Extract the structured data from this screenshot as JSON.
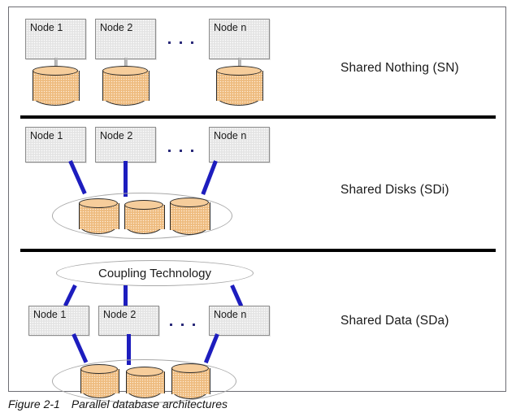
{
  "figure": {
    "caption_number": "Figure 2-1",
    "caption_text": "Parallel database architectures"
  },
  "colors": {
    "node_fill": "#e9e9e9",
    "node_border": "#8d8d8d",
    "disk_fill": "#f2c289",
    "disk_border": "#2a2a2a",
    "link_blue": "#1d1dbe",
    "oval_border": "#a9a9a9",
    "divider_black": "#000000",
    "frame_border": "#6e6e74"
  },
  "sections": [
    {
      "id": "shared-nothing",
      "label": "Shared Nothing (SN)",
      "nodes": [
        {
          "label": "Node 1"
        },
        {
          "label": "Node 2"
        },
        {
          "label": "Node n"
        }
      ],
      "ellipsis": ". . .",
      "disks": 3,
      "has_shared_disk_oval": false,
      "has_coupling_oval": false,
      "connector_style": "thin-grey-stalk"
    },
    {
      "id": "shared-disks",
      "label": "Shared Disks (SDi)",
      "nodes": [
        {
          "label": "Node 1"
        },
        {
          "label": "Node 2"
        },
        {
          "label": "Node n"
        }
      ],
      "ellipsis": ". . .",
      "disks": 3,
      "has_shared_disk_oval": true,
      "has_coupling_oval": false,
      "connector_style": "blue-link"
    },
    {
      "id": "shared-data",
      "label": "Shared Data (SDa)",
      "coupling_label": "Coupling Technology",
      "nodes": [
        {
          "label": "Node 1"
        },
        {
          "label": "Node 2"
        },
        {
          "label": "Node n"
        }
      ],
      "ellipsis": ". . .",
      "disks": 3,
      "has_shared_disk_oval": true,
      "has_coupling_oval": true,
      "connector_style": "blue-link"
    }
  ]
}
